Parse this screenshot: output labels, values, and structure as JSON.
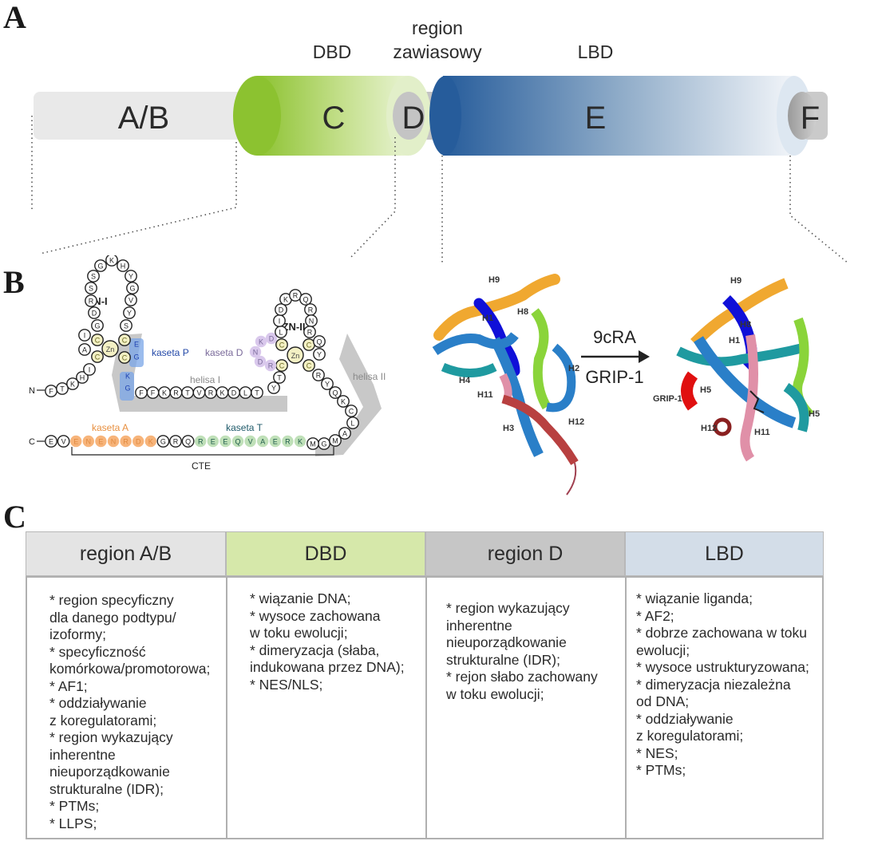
{
  "panels": {
    "a": "A",
    "b": "B",
    "c": "C"
  },
  "panel_a": {
    "domain_labels": {
      "dbd": "DBD",
      "hinge_line1": "region",
      "hinge_line2": "zawiasowy",
      "lbd": "LBD"
    },
    "segments": [
      {
        "id": "ab",
        "label": "A/B",
        "color": "#e9e9e9"
      },
      {
        "id": "c",
        "label": "C",
        "color": "#8fc43a"
      },
      {
        "id": "d",
        "label": "D",
        "color": "#c4c4c4"
      },
      {
        "id": "e",
        "label": "E",
        "color": "#2a5f9e"
      },
      {
        "id": "f",
        "label": "F",
        "color": "#b4b4b4"
      }
    ]
  },
  "panel_b": {
    "zn1_label": "ZN-I",
    "zn2_label": "ZN-II",
    "zn_label": "Zn",
    "n_terminus": "N",
    "c_terminus": "C",
    "cassettes": {
      "p": "kaseta P",
      "d": "kaseta D",
      "a": "kaseta A",
      "t": "kaseta T"
    },
    "helices": {
      "h1": "helisa I",
      "h2": "helisa II"
    },
    "cte_label": "CTE",
    "n_tail": [
      "F",
      "T",
      "K",
      "H",
      "I"
    ],
    "zn1_left": [
      "A",
      "I"
    ],
    "zn1_loop": [
      "G",
      "D",
      "R",
      "S",
      "S",
      "G",
      "K",
      "H",
      "Y",
      "G",
      "V",
      "Y",
      "S"
    ],
    "p_box": [
      "E",
      "G",
      "K",
      "G"
    ],
    "helix1": [
      "F",
      "F",
      "K",
      "R",
      "T",
      "V",
      "R",
      "K",
      "D",
      "L",
      "T",
      "Y",
      "T"
    ],
    "d_box": [
      "R",
      "D",
      "N",
      "K",
      "D"
    ],
    "zn2_loop": [
      "L",
      "I",
      "D",
      "K",
      "R",
      "Q",
      "R",
      "N",
      "R"
    ],
    "helix2": [
      "Q",
      "Y",
      "R",
      "Y",
      "Q",
      "K",
      "C",
      "L",
      "A",
      "M",
      "G",
      "M"
    ],
    "cte_seq": [
      "E",
      "V",
      "E",
      "N",
      "E",
      "N",
      "R",
      "D",
      "K",
      "G",
      "R",
      "Q",
      "R",
      "E",
      "E",
      "Q",
      "V",
      "A",
      "E",
      "R",
      "K"
    ],
    "arrow_top": "9cRA",
    "arrow_bottom": "GRIP-1",
    "apo_labels": [
      "H9",
      "H1",
      "H8",
      "H4",
      "H2",
      "H11",
      "H3",
      "H12"
    ],
    "holo_labels": [
      "H9",
      "H8",
      "H1",
      "GRIP-1",
      "H5",
      "H12",
      "H11",
      "H5"
    ]
  },
  "panel_c": {
    "columns": [
      {
        "header": "region A/B",
        "color": "#e4e4e4",
        "body": "* region specyficzny\ndla danego podtypu/\nizoformy;\n* specyficzność\nkomórkowa/promotorowa;\n* AF1;\n* oddziaływanie\nz koregulatorami;\n* region wykazujący\ninherentne\nnieuporządkowanie\nstrukturalne (IDR);\n* PTMs;\n* LLPS;"
      },
      {
        "header": "DBD",
        "color": "#d6e8aa",
        "body": "* wiązanie DNA;\n*  wysoce zachowana\nw toku ewolucji;\n* dimeryzacja (słaba,\nindukowana przez DNA);\n* NES/NLS;"
      },
      {
        "header": "region D",
        "color": "#c6c6c6",
        "body": "*  region wykazujący\ninherentne\nnieuporządkowanie\nstrukturalne (IDR);\n* rejon słabo zachowany\nw toku ewolucji;"
      },
      {
        "header": "LBD",
        "color": "#d3dde8",
        "body": "*  wiązanie liganda;\n* AF2;\n* dobrze zachowana w toku\newolucji;\n* wysoce ustrukturyzowana;\n* dimeryzacja niezależna\nod DNA;\n* oddziaływanie\nz koregulatorami;\n* NES;\n* PTMs;"
      }
    ]
  }
}
